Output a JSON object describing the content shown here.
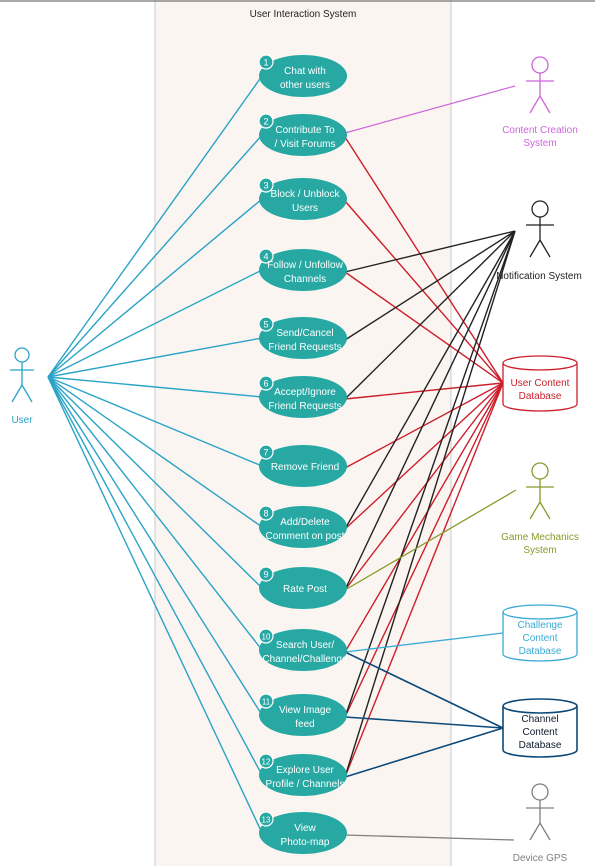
{
  "system": {
    "title": "User Interaction System"
  },
  "actors": {
    "user": {
      "label": "User",
      "color": "#2aa3c7"
    },
    "content_creation": {
      "line1": "Content Creation",
      "line2": "System",
      "color": "#cc66d9"
    },
    "notification": {
      "label": "Notification System",
      "color": "#222222"
    },
    "game_mechanics": {
      "line1": "Game Mechanics",
      "line2": "System",
      "color": "#8a9a2a"
    },
    "device_gps": {
      "label": "Device GPS",
      "color": "#808080"
    }
  },
  "databases": {
    "user_content": {
      "line1": "User Content",
      "line2": "Database",
      "color": "#cc1f2a"
    },
    "challenge_content": {
      "line1": "Challenge",
      "line2": "Content",
      "line3": "Database",
      "color": "#3aaad6"
    },
    "channel_content": {
      "line1": "Channel",
      "line2": "Content",
      "line3": "Database",
      "color": "#0d4a7a"
    }
  },
  "use_cases": [
    {
      "number": "1",
      "line1": "Chat with",
      "line2": "other users"
    },
    {
      "number": "2",
      "line1": "Contribute To",
      "line2": "/ Visit Forums"
    },
    {
      "number": "3",
      "line1": "Block / Unblock",
      "line2": "Users"
    },
    {
      "number": "4",
      "line1": "Follow / Unfollow",
      "line2": "Channels"
    },
    {
      "number": "5",
      "line1": "Send/Cancel",
      "line2": "Friend Requests"
    },
    {
      "number": "6",
      "line1": "Accept/Ignore",
      "line2": "Friend Requests"
    },
    {
      "number": "7",
      "line1": "Remove Friend",
      "line2": ""
    },
    {
      "number": "8",
      "line1": "Add/Delete",
      "line2": "Comment on post"
    },
    {
      "number": "9",
      "line1": "Rate Post",
      "line2": ""
    },
    {
      "number": "10",
      "line1": "Search User/",
      "line2": "Channel/Challenge"
    },
    {
      "number": "11",
      "line1": "View Image",
      "line2": "feed"
    },
    {
      "number": "12",
      "line1": "Explore User",
      "line2": "Profile / Channels"
    },
    {
      "number": "13",
      "line1": "View",
      "line2": "Photo-map"
    }
  ],
  "colors": {
    "use_case_fill": "#27a8a3",
    "user_line": "#2aa3c7",
    "db_line": "#cc1f2a",
    "notif_line": "#222222",
    "channel_line": "#0d4a7a",
    "boundary_fill": "#fbf5f1"
  }
}
